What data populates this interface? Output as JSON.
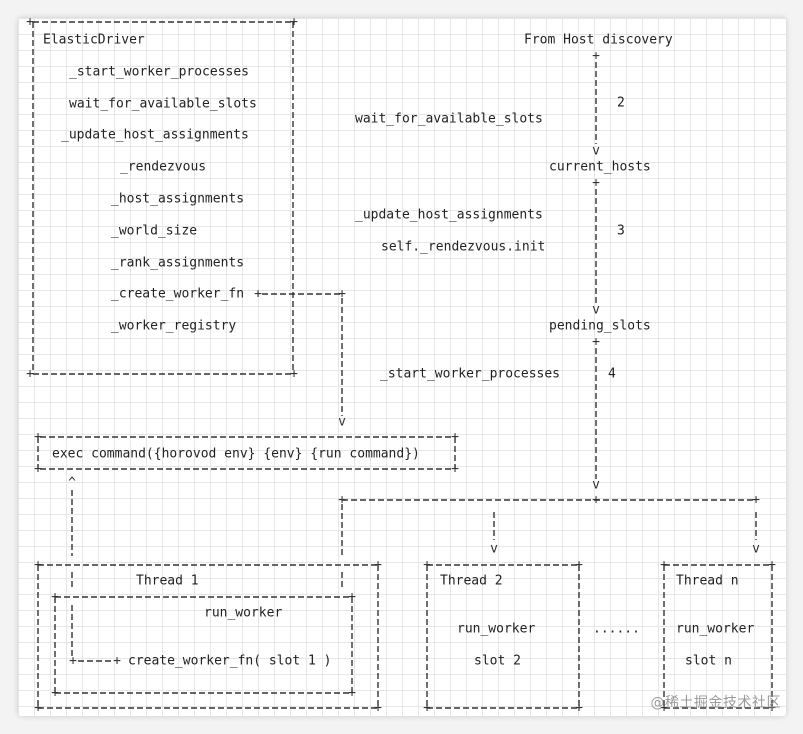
{
  "driver": {
    "title": "ElasticDriver",
    "methods": [
      "_start_worker_processes",
      "wait_for_available_slots",
      "_update_host_assignments",
      "_rendezvous",
      "_host_assignments",
      "_world_size",
      "_rank_assignments",
      "_create_worker_fn",
      "_worker_registry"
    ]
  },
  "flow": {
    "source": "From Host discovery",
    "node_current_hosts": "current_hosts",
    "node_pending_slots": "pending_slots",
    "step2_label": "wait_for_available_slots",
    "step2_num": "2",
    "step3_label1": "_update_host_assignments",
    "step3_label2": "self._rendezvous.init",
    "step3_num": "3",
    "step4_label": "_start_worker_processes",
    "step4_num": "4"
  },
  "exec": {
    "command": "exec command({horovod env} {env} {run command})"
  },
  "thread1": {
    "title": "Thread 1",
    "inner_title": "run_worker",
    "call": "create_worker_fn( slot 1 )"
  },
  "thread2": {
    "title": "Thread 2",
    "run_worker": "run_worker",
    "slot": "slot 2"
  },
  "ellipsis": "......",
  "threadn": {
    "title": "Thread n",
    "run_worker": "run_worker",
    "slot": "slot n"
  },
  "watermark": "@稀土掘金技术社区"
}
